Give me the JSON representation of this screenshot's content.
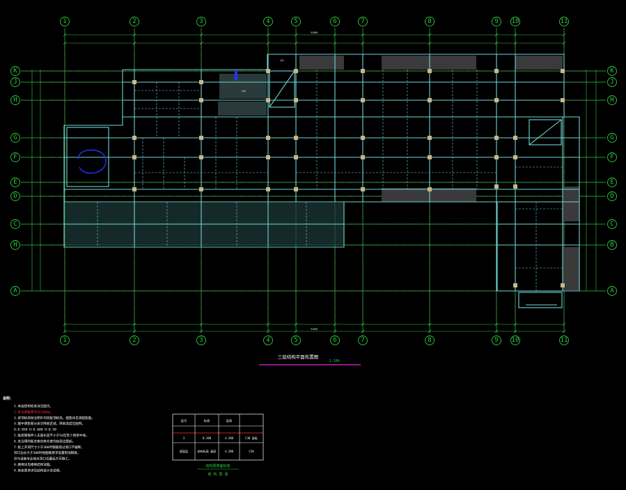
{
  "drawing": {
    "title": "三层结构平面布置图",
    "scale": "1:100",
    "colors": {
      "background": "#000000",
      "axis": "#2ecc40",
      "beam": "#6fd6d6",
      "column": "#c9b787",
      "title_underline": "#c020c0",
      "note_highlight": "#ff3030",
      "stair_blue": "#2233ff"
    }
  },
  "axes": {
    "numbered": [
      "1",
      "2",
      "3",
      "4",
      "5",
      "6",
      "7",
      "8",
      "9",
      "10",
      "11"
    ],
    "lettered_left": [
      "K",
      "J",
      "H",
      "G",
      "F",
      "E",
      "D",
      "C",
      "H",
      "A"
    ],
    "lettered_right": [
      "K",
      "J",
      "H",
      "G",
      "F",
      "E",
      "D",
      "C",
      "B",
      "A"
    ]
  },
  "dimensions": {
    "top_total": "51600",
    "bottom_total": "51600"
  },
  "notes": {
    "heading": "说明：",
    "items": [
      "1.本层结构标高详见图示。",
      "2.未注明板厚均为120mm。",
      "3.梁顶标高除注明外均同板顶标高，配筋详见梁配筋图。",
      "4.图中阴影部分表示降板区域，降板高度见图例。",
      "H-0.050    H-0.600    H-0.50",
      "5.板底钢筋伸入支座长度不小于5d且至少到梁中线。",
      "6.未注明的板支座负筋长度均自梁边算起。",
      "7.板上开洞尺寸小于300时钢筋绕过洞口不截断，",
      "   洞口边长大于300时按图集要求设置附加钢筋，",
      "   并与设备专业核对洞口位置后方可施工。",
      "8.楼梯详见楼梯结构详图。",
      "9.其余要求详见结构设计总说明。"
    ],
    "legend": [
      "H-0.050",
      "H-0.600",
      "H-0.50"
    ]
  },
  "elevation_table": {
    "header": [
      "层号",
      "标高",
      "层高",
      ""
    ],
    "rows": [
      [
        "3",
        "8.100",
        "4.200",
        "C30 梁板"
      ],
      [
        "屋面层",
        "结构标高 屋面",
        "4.200",
        "C30"
      ]
    ],
    "caption": "结构层楼面标高",
    "subcaption": "结 构 层 高"
  }
}
